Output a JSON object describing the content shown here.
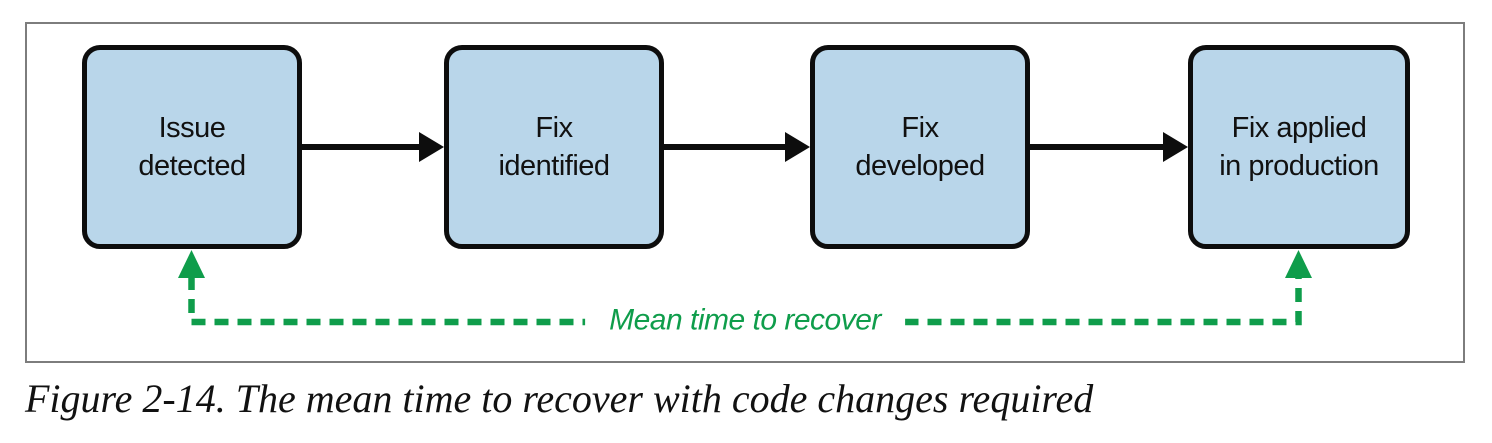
{
  "figure": {
    "caption": "Figure 2-14. The mean time to recover with code changes required"
  },
  "diagram": {
    "nodes": [
      {
        "id": "issue-detected",
        "label": "Issue\ndetected"
      },
      {
        "id": "fix-identified",
        "label": "Fix\nidentified"
      },
      {
        "id": "fix-developed",
        "label": "Fix\ndeveloped"
      },
      {
        "id": "fix-applied",
        "label": "Fix applied\nin production"
      }
    ],
    "flow_arrows": [
      {
        "from": "issue-detected",
        "to": "fix-identified"
      },
      {
        "from": "fix-identified",
        "to": "fix-developed"
      },
      {
        "from": "fix-developed",
        "to": "fix-applied"
      }
    ],
    "measure": {
      "label": "Mean time to recover",
      "from": "issue-detected",
      "to": "fix-applied",
      "style": "dashed"
    },
    "colors": {
      "node_fill": "#b9d6ea",
      "node_border": "#0d0d0d",
      "flow_arrow": "#0d0d0d",
      "measure_green": "#0f9d4b",
      "frame_border": "#7d7d7d"
    }
  }
}
